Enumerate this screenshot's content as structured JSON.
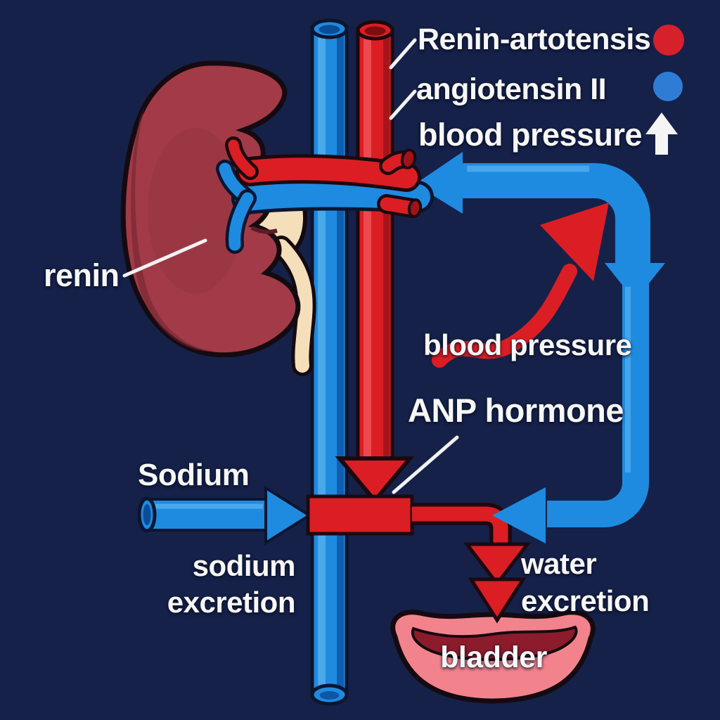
{
  "diagram": {
    "legend": {
      "items": [
        {
          "label": "Renin-artotensis",
          "marker": "red-circle",
          "marker_color": "#D6202B"
        },
        {
          "label": "angiotensin II",
          "marker": "blue-circle",
          "marker_color": "#2E7CD6"
        },
        {
          "label": "blood pressure",
          "marker": "up-arrow",
          "marker_color": "#F7F7F7"
        }
      ]
    },
    "annotations": {
      "renin": "renin",
      "blood_pressure": "blood pressure",
      "anp_hormone": "ANP hormone",
      "sodium": "Sodium",
      "sodium_excretion": {
        "line1": "sodium",
        "line2": "excretion"
      },
      "water_excretion": {
        "line1": "water",
        "line2": "excretion"
      },
      "bladder": "bladder"
    },
    "colors": {
      "background": "#152149",
      "vessel_blue": "#1E8BE0",
      "vessel_blue_highlight": "#55B0EE",
      "vessel_blue_shade": "#0E56A6",
      "vessel_red": "#DB1E24",
      "vessel_red_highlight": "#F0595E",
      "vessel_red_shade": "#A01318",
      "kidney": "#A23B47",
      "ureter_cream": "#F4DFBA",
      "bladder_pink": "#F2838D",
      "bladder_inner": "#8C1B2B",
      "legend_red": "#D6202B",
      "legend_blue": "#2E7CD6",
      "text": "#F7F7F7",
      "outline": "#150A10"
    }
  }
}
